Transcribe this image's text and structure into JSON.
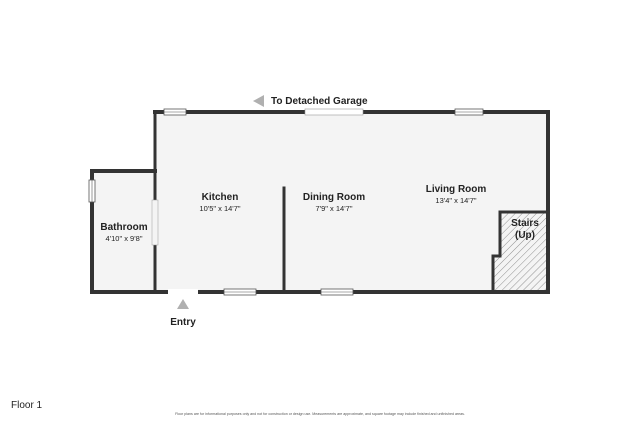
{
  "labels": {
    "garage": "To Detached Garage",
    "entry": "Entry",
    "floor": "Floor 1",
    "disclaimer": "Floor plans are for informational purposes only and not for construction or design use. Measurements are approximate, and square footage may include finished and unfinished areas."
  },
  "rooms": {
    "bathroom": {
      "name": "Bathroom",
      "dims": "4'10\" x 9'8\""
    },
    "kitchen": {
      "name": "Kitchen",
      "dims": "10'5\" x 14'7\""
    },
    "dining": {
      "name": "Dining Room",
      "dims": "7'9\" x 14'7\""
    },
    "living": {
      "name": "Living Room",
      "dims": "13'4\" x 14'7\""
    },
    "stairs": {
      "line1": "Stairs",
      "line2": "(Up)"
    }
  },
  "colors": {
    "wall": "#333333",
    "floor": "#f4f4f4",
    "arrow": "#b0b0b0",
    "hatch": "#777777"
  }
}
